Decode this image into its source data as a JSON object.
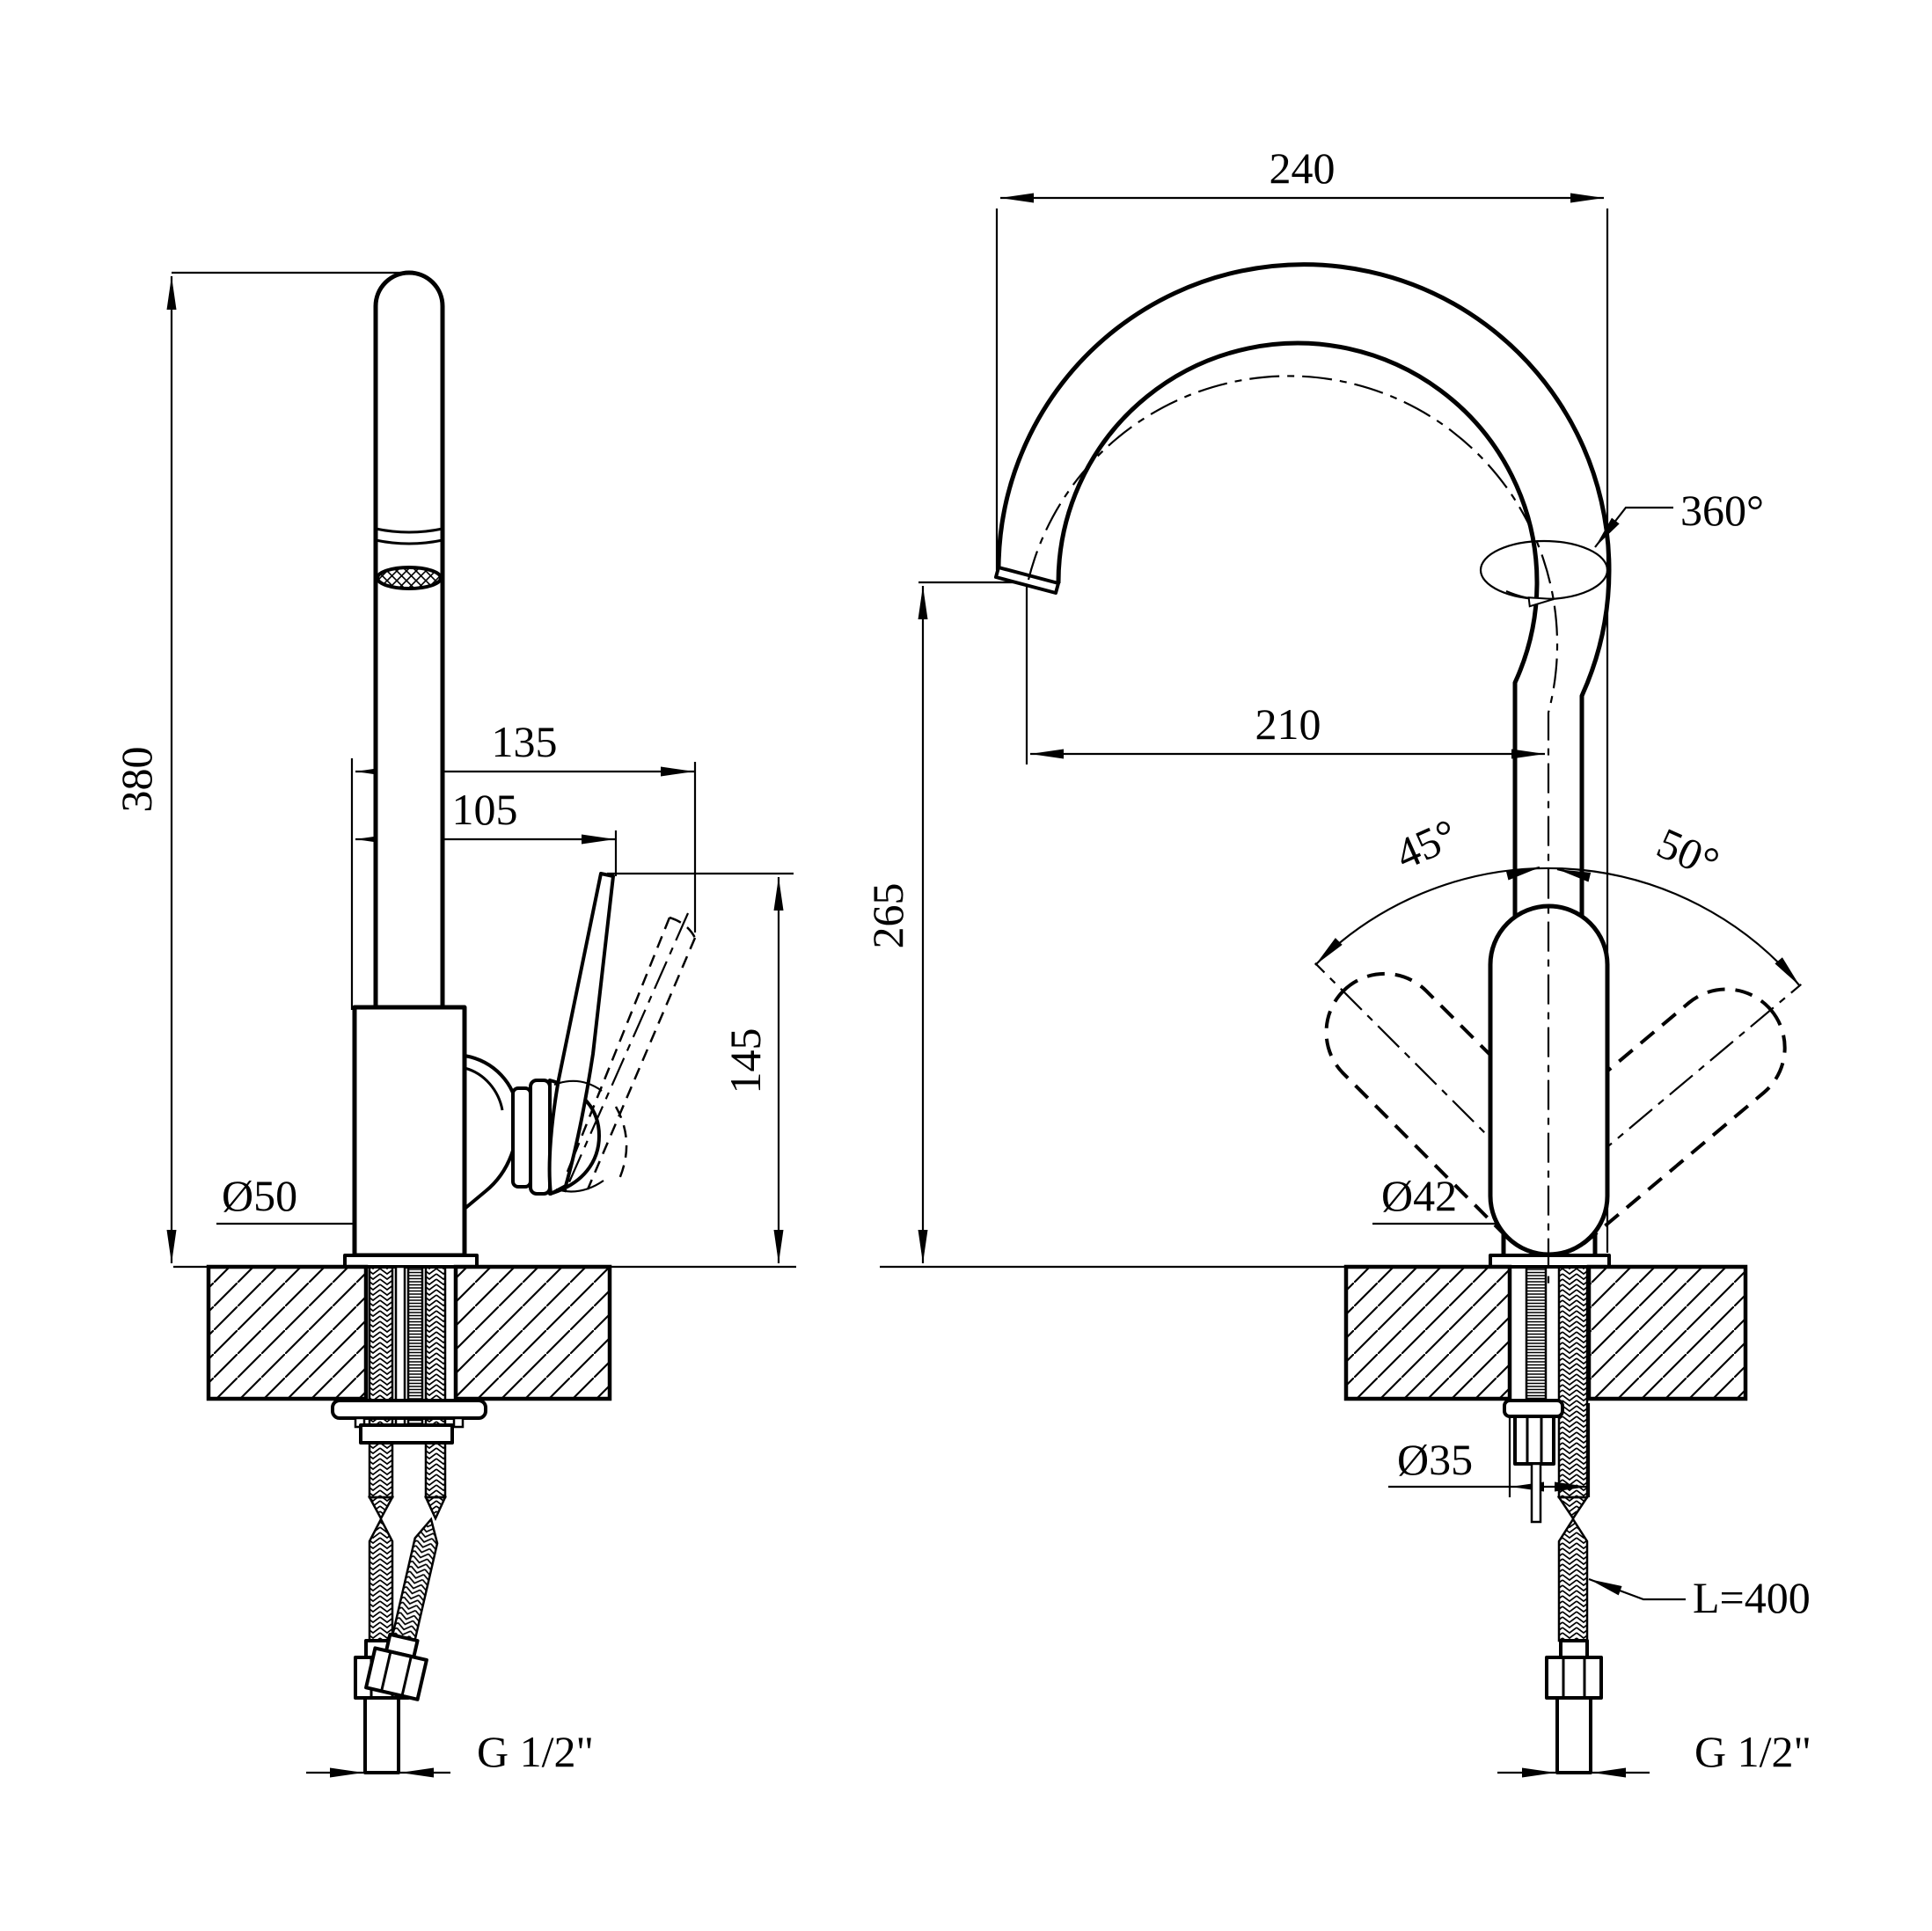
{
  "drawing": {
    "background": "#ffffff",
    "line_color": "#000000",
    "views": {
      "side": {
        "name": "side-view",
        "dims": {
          "total_height": "380",
          "handle_reach_open": "135",
          "handle_reach": "105",
          "body_height": "145",
          "base_diameter": "Ø50",
          "hose_thread": "G 1/2\""
        }
      },
      "front": {
        "name": "front-view",
        "dims": {
          "spout_overall_reach": "240",
          "spout_axis_reach": "210",
          "spout_height": "265",
          "spout_swivel": "360°",
          "handle_tilt_left": "45°",
          "handle_tilt_right": "50°",
          "body_diameter": "Ø42",
          "mount_hole_diameter": "Ø35",
          "hose_length": "L=400",
          "hose_thread": "G 1/2\""
        }
      }
    }
  }
}
